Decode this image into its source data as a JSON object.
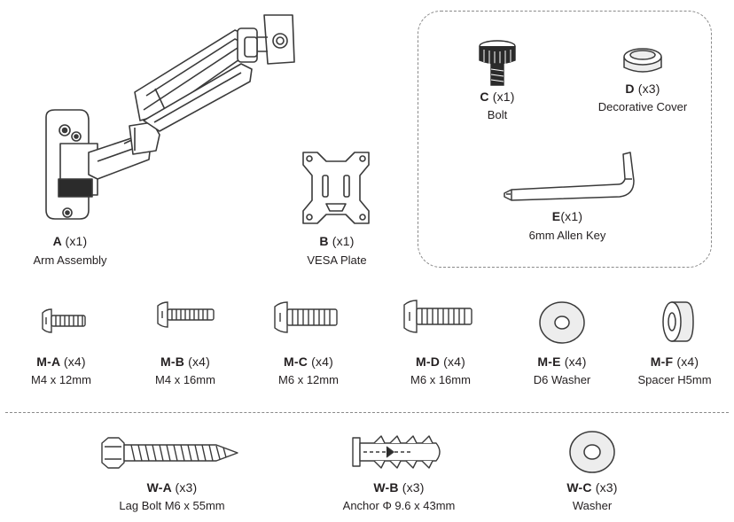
{
  "colors": {
    "ink": "#231f20",
    "line": "#3a3a3a",
    "dashed_border": "#8a8a8a",
    "fill_light": "#ededed",
    "fill_dark": "#2b2b2b"
  },
  "parts": {
    "A": {
      "code": "A",
      "qty": "(x1)",
      "desc": "Arm Assembly",
      "icon": "arm-assembly-icon"
    },
    "B": {
      "code": "B",
      "qty": "(x1)",
      "desc": "VESA Plate",
      "icon": "vesa-plate-icon"
    },
    "C": {
      "code": "C",
      "qty": "(x1)",
      "desc": "Bolt",
      "icon": "knob-bolt-icon"
    },
    "D": {
      "code": "D",
      "qty": "(x3)",
      "desc": "Decorative Cover",
      "icon": "cap-cover-icon"
    },
    "E": {
      "code": "E",
      "qty": "(x1)",
      "desc": "6mm Allen Key",
      "icon": "allen-key-icon"
    },
    "MA": {
      "code": "M-A",
      "qty": "(x4)",
      "desc": "M4 x 12mm",
      "icon": "screw-icon"
    },
    "MB": {
      "code": "M-B",
      "qty": "(x4)",
      "desc": "M4 x 16mm",
      "icon": "screw-icon"
    },
    "MC": {
      "code": "M-C",
      "qty": "(x4)",
      "desc": "M6 x 12mm",
      "icon": "screw-icon"
    },
    "MD": {
      "code": "M-D",
      "qty": "(x4)",
      "desc": "M6 x 16mm",
      "icon": "screw-icon"
    },
    "ME": {
      "code": "M-E",
      "qty": "(x4)",
      "desc": "D6 Washer",
      "icon": "washer-icon"
    },
    "MF": {
      "code": "M-F",
      "qty": "(x4)",
      "desc": "Spacer H5mm",
      "icon": "spacer-icon"
    },
    "WA": {
      "code": "W-A",
      "qty": "(x3)",
      "desc": "Lag Bolt M6 x 55mm",
      "icon": "lag-bolt-icon"
    },
    "WB": {
      "code": "W-B",
      "qty": "(x3)",
      "desc": "Anchor  Φ 9.6 x 43mm",
      "icon": "wall-anchor-icon"
    },
    "WC": {
      "code": "W-C",
      "qty": "(x3)",
      "desc": "Washer",
      "icon": "washer-icon"
    }
  }
}
